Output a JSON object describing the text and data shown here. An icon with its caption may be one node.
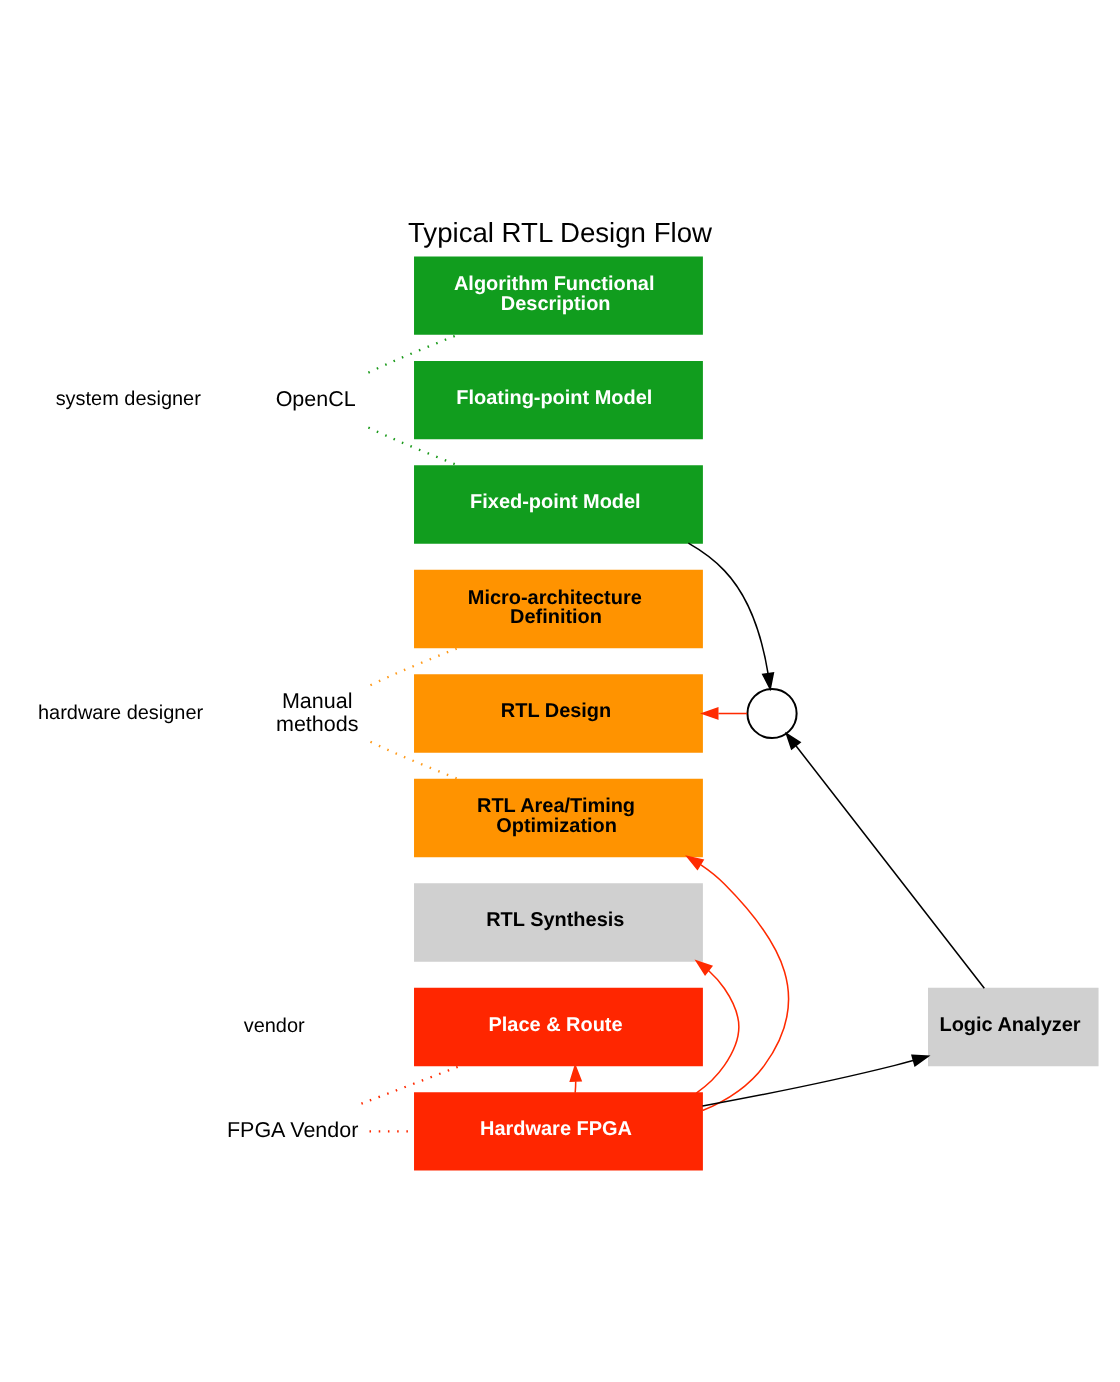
{
  "diagram": {
    "title": "Typical RTL Design Flow",
    "nodes": [
      {
        "text": [
          "Algorithm Functional Description"
        ]
      },
      {
        "text": [
          "Floating-point Model"
        ]
      },
      {
        "text": [
          "Fixed-point Model"
        ]
      },
      {
        "text": [
          "Micro-architecture Definition"
        ]
      },
      {
        "text": [
          "RTL Design"
        ]
      },
      {
        "text": [
          "RTL Area/Timing Optimization"
        ]
      },
      {
        "text": [
          "RTL Synthesis"
        ]
      },
      {
        "text": [
          "Place & Route"
        ]
      },
      {
        "text": [
          "Hardware FPGA"
        ]
      },
      {
        "text": [],
        "shape": "circle"
      },
      {
        "text": [
          "Logic Analyzer"
        ]
      },
      {
        "text": [
          "OpenCL"
        ]
      },
      {
        "text": [
          "Manual methods"
        ]
      },
      {
        "text": [
          "FPGA Vendor"
        ]
      }
    ],
    "edges": [
      {
        "from": 2,
        "to": 9,
        "arrow": "to",
        "color": "#000000"
      },
      {
        "from": 10,
        "to": 9,
        "arrow": "to",
        "color": "#000000"
      },
      {
        "from": 9,
        "to": 4,
        "arrow": "to",
        "color": "#ff2a00"
      },
      {
        "from": 8,
        "to": 10,
        "arrow": "to",
        "color": "#000000"
      },
      {
        "from": 8,
        "to": 5,
        "arrow": "to",
        "color": "#ff2a00"
      },
      {
        "from": 8,
        "to": 6,
        "arrow": "to",
        "color": "#ff2a00"
      },
      {
        "from": 8,
        "to": 7,
        "arrow": "to",
        "color": "#ff2a00"
      },
      {
        "from": 11,
        "to": 0,
        "arrow": "none",
        "style": "dashed",
        "color": "#1a9a1a"
      },
      {
        "from": 11,
        "to": 2,
        "arrow": "none",
        "style": "dashed",
        "color": "#1a9a1a"
      },
      {
        "from": 12,
        "to": 3,
        "arrow": "none",
        "style": "dashed",
        "color": "#ff9a1a"
      },
      {
        "from": 12,
        "to": 5,
        "arrow": "none",
        "style": "dashed",
        "color": "#ff9a1a"
      },
      {
        "from": 13,
        "to": 7,
        "arrow": "none",
        "style": "dashed",
        "color": "#ff2a00"
      },
      {
        "from": 13,
        "to": 8,
        "arrow": "none",
        "style": "dashed",
        "color": "#ff2a00"
      }
    ],
    "labels": [
      "system designer",
      "hardware designer",
      "vendor"
    ]
  }
}
